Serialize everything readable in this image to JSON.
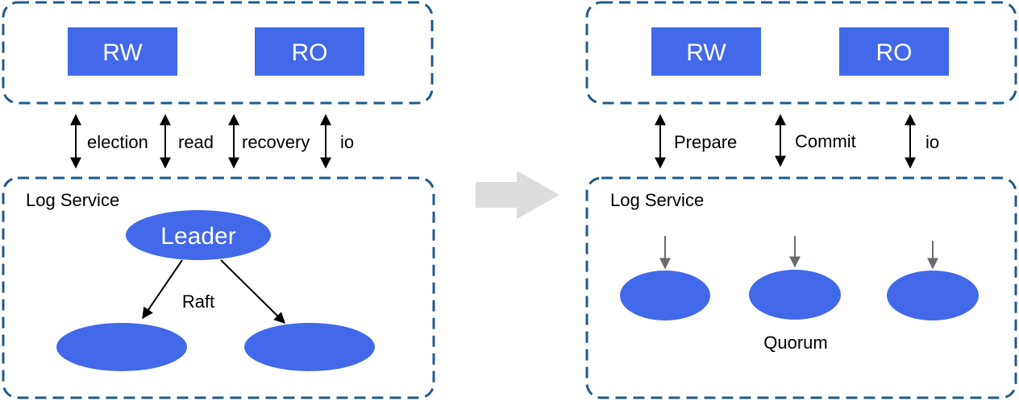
{
  "left": {
    "top_nodes": [
      "RW",
      "RO"
    ],
    "edge_labels": [
      "election",
      "read",
      "recovery",
      "io"
    ],
    "service_title": "Log Service",
    "leader_label": "Leader",
    "protocol_label": "Raft"
  },
  "right": {
    "top_nodes": [
      "RW",
      "RO"
    ],
    "edge_labels": [
      "Prepare",
      "Commit",
      "io"
    ],
    "service_title": "Log Service",
    "quorum_label": "Quorum"
  },
  "colors": {
    "node_fill": "#4169e9",
    "box_border": "#1f5a8c",
    "transition_arrow": "#dcdcdc",
    "grey_arrow": "#6b6b6b"
  }
}
